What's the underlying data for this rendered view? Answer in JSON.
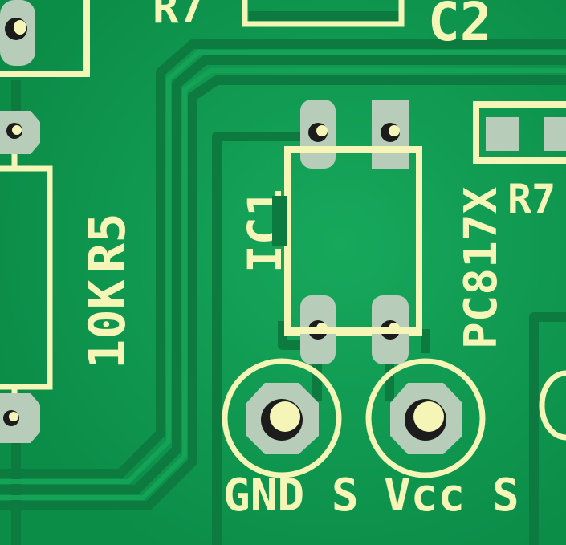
{
  "silkscreen": {
    "r7_top": "R7",
    "c2": "C2",
    "r5_value": "10K",
    "r5_ref": "R5",
    "ic1_ref": "IC1",
    "ic1_part": "PC817X",
    "r7_right": "R7",
    "gnd_label": "GND S",
    "vcc_label": "Vcc S"
  },
  "colors": {
    "board": "#0a8a45",
    "board_light": "#12a155",
    "trace": "#0c7a3e",
    "silk": "#f4f5b6",
    "pad": "#b7cdb9",
    "hole": "#1c1c1c"
  }
}
